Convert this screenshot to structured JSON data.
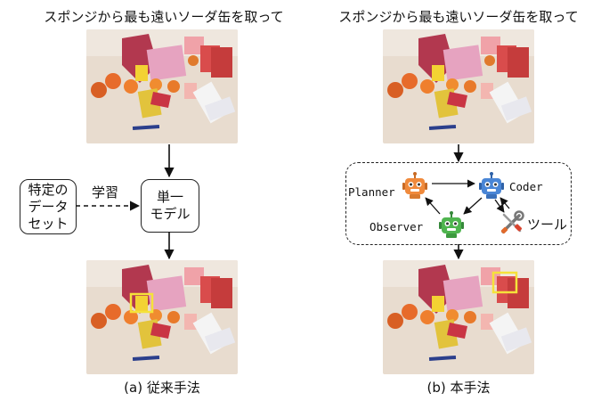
{
  "left_panel": {
    "instruction": "スポンジから最も遠いソーダ缶を取って",
    "dataset_box": {
      "lines": [
        "特定の",
        "データ",
        "セット"
      ]
    },
    "train_label": "学習",
    "model_box": {
      "lines": [
        "単一",
        "モデル"
      ]
    },
    "caption": "(a) 従来手法"
  },
  "right_panel": {
    "instruction": "スポンジから最も遠いソーダ缶を取って",
    "agents": {
      "planner": "Planner",
      "coder": "Coder",
      "observer": "Observer",
      "tool": "ツール"
    },
    "caption": "(b) 本手法"
  },
  "colors": {
    "planner": "#f08a3c",
    "coder": "#4a86d6",
    "observer": "#4fb54f",
    "highlight": "#f5e23a",
    "table": "#e9ddd1"
  },
  "icons": [
    "robot-head-icon",
    "tools-icon"
  ]
}
